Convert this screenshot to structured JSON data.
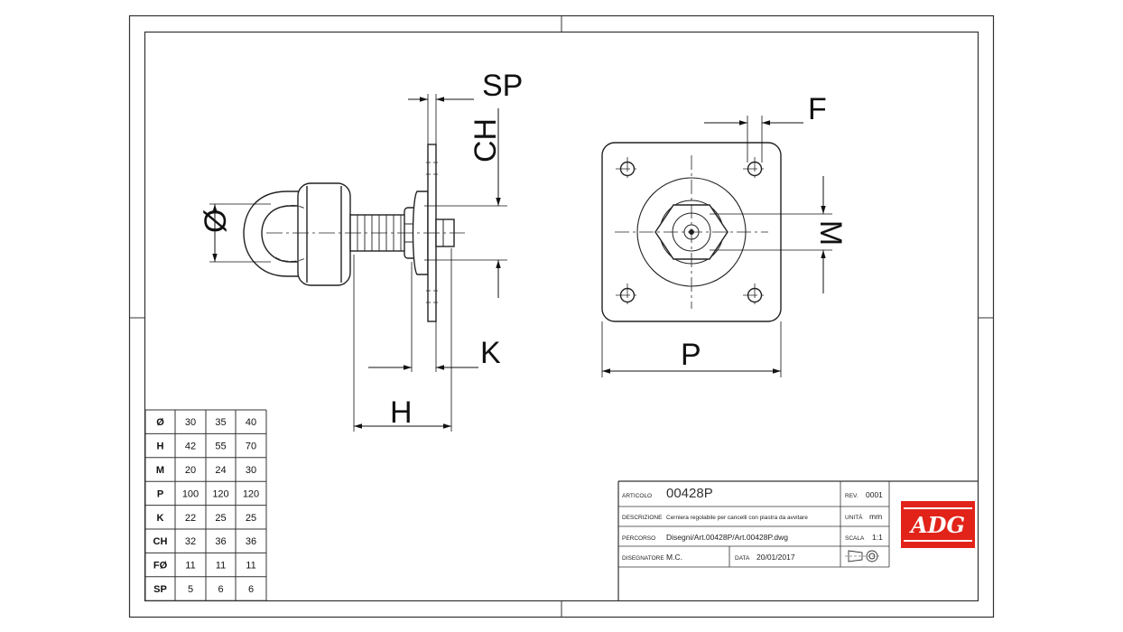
{
  "dimension_labels": {
    "sp": "SP",
    "ch": "CH",
    "diameter": "Ø",
    "k": "K",
    "h": "H",
    "f": "F",
    "m": "M",
    "p": "P"
  },
  "size_table": {
    "rows": [
      {
        "label": "Ø",
        "values": [
          "30",
          "35",
          "40"
        ]
      },
      {
        "label": "H",
        "values": [
          "42",
          "55",
          "70"
        ]
      },
      {
        "label": "M",
        "values": [
          "20",
          "24",
          "30"
        ]
      },
      {
        "label": "P",
        "values": [
          "100",
          "120",
          "120"
        ]
      },
      {
        "label": "K",
        "values": [
          "22",
          "25",
          "25"
        ]
      },
      {
        "label": "CH",
        "values": [
          "32",
          "36",
          "36"
        ]
      },
      {
        "label": "FØ",
        "values": [
          "11",
          "11",
          "11"
        ]
      },
      {
        "label": "SP",
        "values": [
          "5",
          "6",
          "6"
        ]
      }
    ]
  },
  "title_block": {
    "articolo_label": "ARTICOLO",
    "articolo_value": "00428P",
    "rev_label": "REV.",
    "rev_value": "0001",
    "descrizione_label": "DESCRIZIONE",
    "descrizione_value": "Cerniera regolabile per cancelli con piastra da avvitare",
    "unita_label": "UNITÀ",
    "unita_value": "mm",
    "percorso_label": "PERCORSO",
    "percorso_value": "Disegni/Art.00428P/Art.00428P.dwg",
    "scala_label": "SCALA",
    "scala_value": "1:1",
    "disegnatore_label": "DISEGNATORE",
    "disegnatore_value": "M.C.",
    "data_label": "DATA",
    "data_value": "20/01/2017"
  },
  "logo": {
    "text": "ADG",
    "color": "#e2231a"
  }
}
